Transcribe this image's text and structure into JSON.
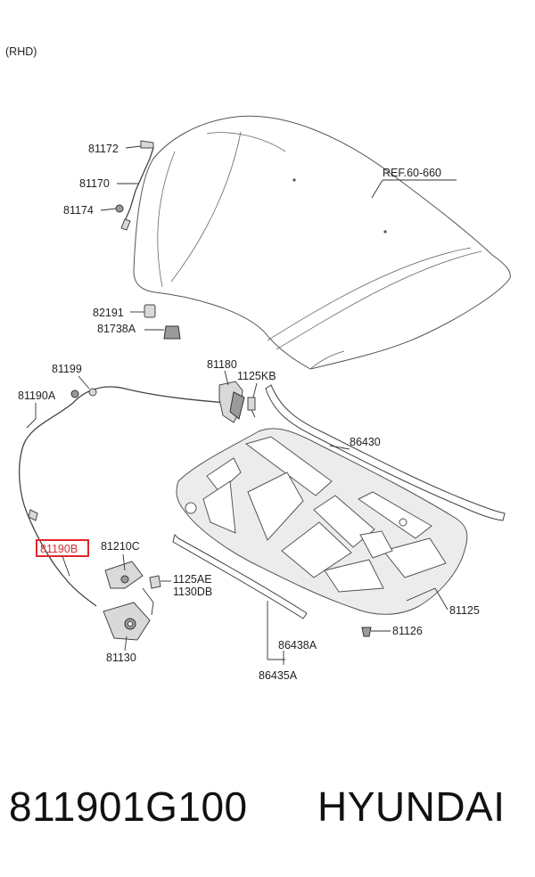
{
  "diagram": {
    "variant": "(RHD)",
    "reference": "REF.60-660",
    "labels": {
      "p81172": "81172",
      "p81170": "81170",
      "p81174": "81174",
      "p82191": "82191",
      "p81738A": "81738A",
      "p81199": "81199",
      "p81190A": "81190A",
      "p81180": "81180",
      "p1125KB": "1125KB",
      "p86430": "86430",
      "p81190B": "81190B",
      "p81210C": "81210C",
      "p1125AE": "1125AE",
      "p1130DB": "1130DB",
      "p81130": "81130",
      "p81125": "81125",
      "p81126": "81126",
      "p86438A": "86438A",
      "p86435A": "86435A"
    },
    "highlighted_part": "81190B",
    "highlight_color": "#e0262d"
  },
  "footer": {
    "part_number": "811901G100",
    "brand": "HYUNDAI"
  }
}
